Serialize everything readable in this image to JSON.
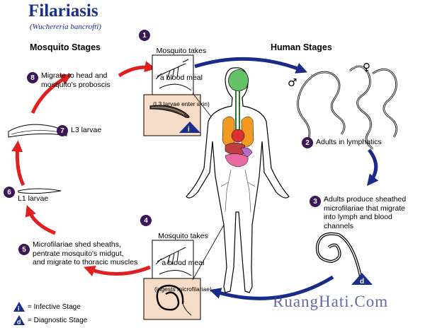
{
  "title": "Filariasis",
  "subtitle": "(Wuchereria bancrofti)",
  "mosquito_stages_label": "Mosquito Stages",
  "human_stages_label": "Human Stages",
  "steps": [
    {
      "num": "1",
      "line1": "Mosquito takes",
      "line2": "a blood meal",
      "line3": "(L3 larvae enter skin)"
    },
    {
      "num": "2",
      "text": "Adults in lymphatics"
    },
    {
      "num": "3",
      "text": "Adults produce sheathed\nmicrofilariae that migrate\ninto lymph and blood\nchannels"
    },
    {
      "num": "4",
      "line1": "Mosquito takes",
      "line2": "a blood meal",
      "line3": "(ingests microfilariae)"
    },
    {
      "num": "5",
      "text": "Microfilariae shed sheaths,\npentrate mosquito's midgut,\nand migrate to thoracic muscles"
    },
    {
      "num": "6",
      "text": "L1 larvae"
    },
    {
      "num": "7",
      "text": "L3 larvae"
    },
    {
      "num": "8",
      "text": "Migrate to head and\nmosquito's proboscis"
    }
  ],
  "legend": {
    "infective": {
      "symbol": "i",
      "label": "= Infective Stage"
    },
    "diagnostic": {
      "symbol": "d",
      "label": "= Diagnostic Stage"
    }
  },
  "badges": {
    "infective": "i",
    "diagnostic": "d"
  },
  "sex_symbols": {
    "male": "♂",
    "female": "♀"
  },
  "watermark": "RuangHati.Com",
  "colors": {
    "title": "#1a2f8a",
    "mosquito_arrows": "#e02020",
    "human_arrows": "#1a2a8a",
    "step_badge": "#3a1856",
    "panel_bg": "#f6dcc6"
  }
}
